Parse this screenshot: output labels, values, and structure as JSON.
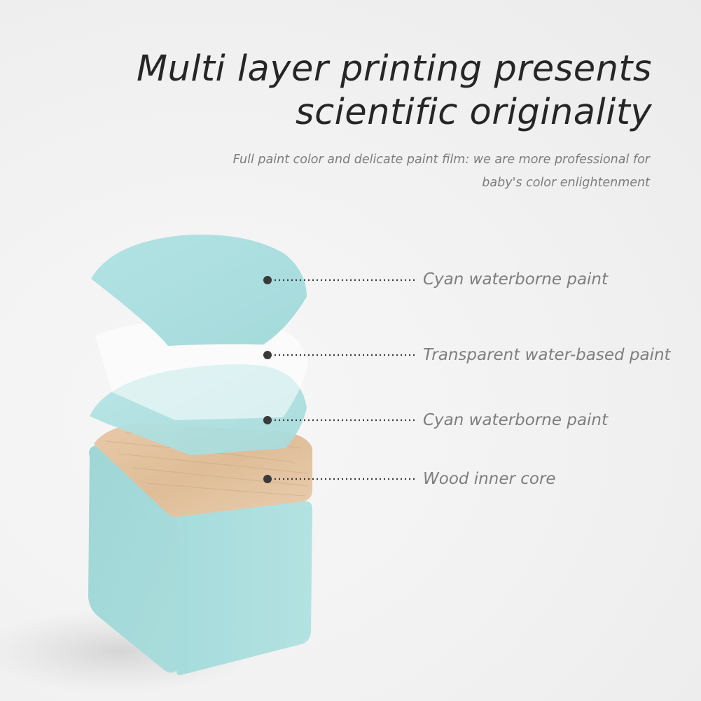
{
  "headline": {
    "line1": "Multi layer printing presents",
    "line2": "scientific originality"
  },
  "subtitle": {
    "line1": "Full paint color and delicate paint film: we are more professional for",
    "line2": "baby's color enlightenment"
  },
  "layers": [
    {
      "label": "Cyan waterborne paint"
    },
    {
      "label": "Transparent water-based paint"
    },
    {
      "label": "Cyan waterborne paint"
    },
    {
      "label": "Wood inner core"
    }
  ],
  "colors": {
    "cyan_paint": "#a8dede",
    "cyan_shadow": "#8fcfcf",
    "wood": "#e3c29f",
    "headline_text": "#262626",
    "label_text": "#7e7e7e"
  }
}
